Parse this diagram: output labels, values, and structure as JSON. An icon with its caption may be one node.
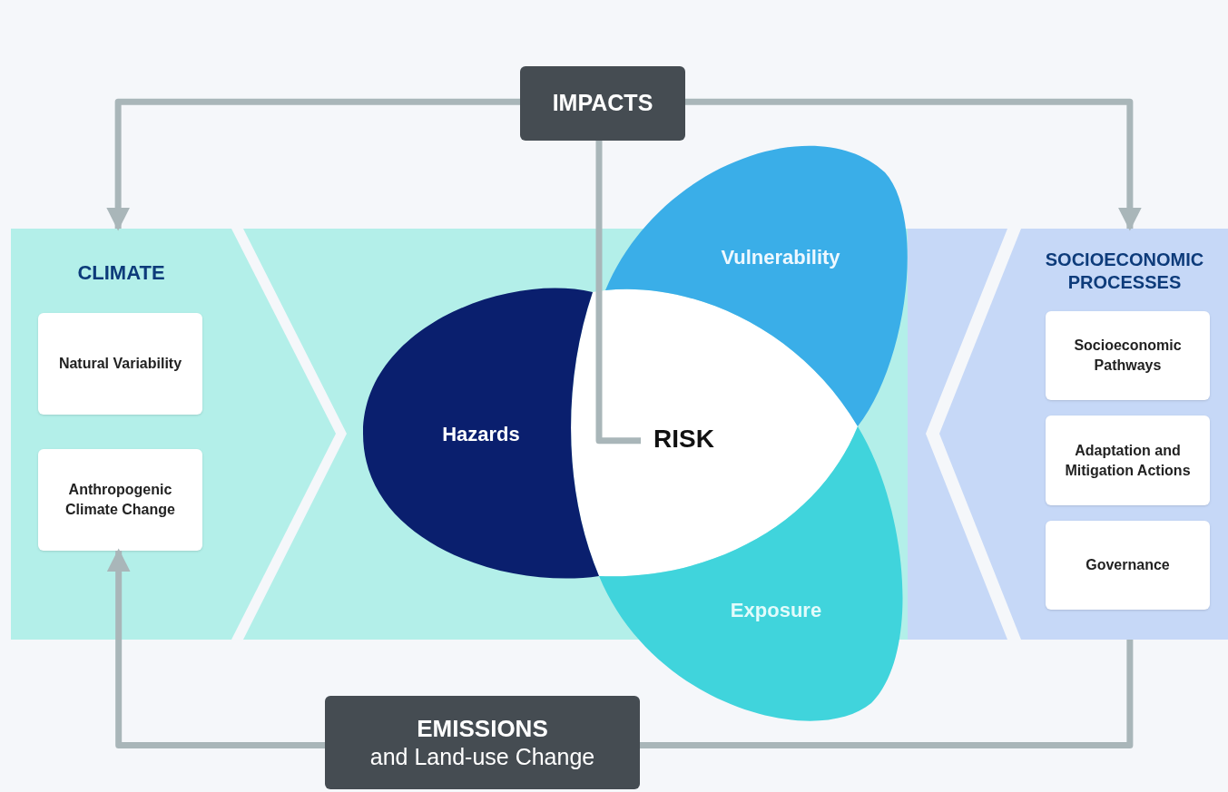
{
  "diagram": {
    "nodes": [
      {
        "text": [
          "IMPACTS"
        ]
      },
      {
        "text": [
          "CLIMATE"
        ]
      },
      {
        "text": [
          "Natural Variability"
        ],
        "in": 1
      },
      {
        "text": [
          "Anthropogenic Climate Change"
        ],
        "in": 1
      },
      {
        "text": [
          "SOCIOECONOMIC PROCESSES"
        ]
      },
      {
        "text": [
          "Socioeconomic Pathways"
        ],
        "in": 4
      },
      {
        "text": [
          "Adaptation and Mitigation Actions"
        ],
        "in": 4
      },
      {
        "text": [
          "Governance"
        ],
        "in": 4
      },
      {
        "text": [
          "Hazards"
        ]
      },
      {
        "text": [
          "Vulnerability"
        ]
      },
      {
        "text": [
          "Exposure"
        ]
      },
      {
        "text": [
          "RISK"
        ]
      },
      {
        "text": [
          "EMISSIONS",
          "and Land-use Change"
        ]
      }
    ],
    "edges": [
      {
        "from": 0,
        "to": 1,
        "arrow": "to"
      },
      {
        "from": 0,
        "to": 4,
        "arrow": "to"
      },
      {
        "from": 0,
        "to": 11,
        "arrow": "none"
      },
      {
        "from": 12,
        "to": 3,
        "arrow": "to"
      },
      {
        "from": 4,
        "to": 12,
        "arrow": "none"
      }
    ]
  }
}
